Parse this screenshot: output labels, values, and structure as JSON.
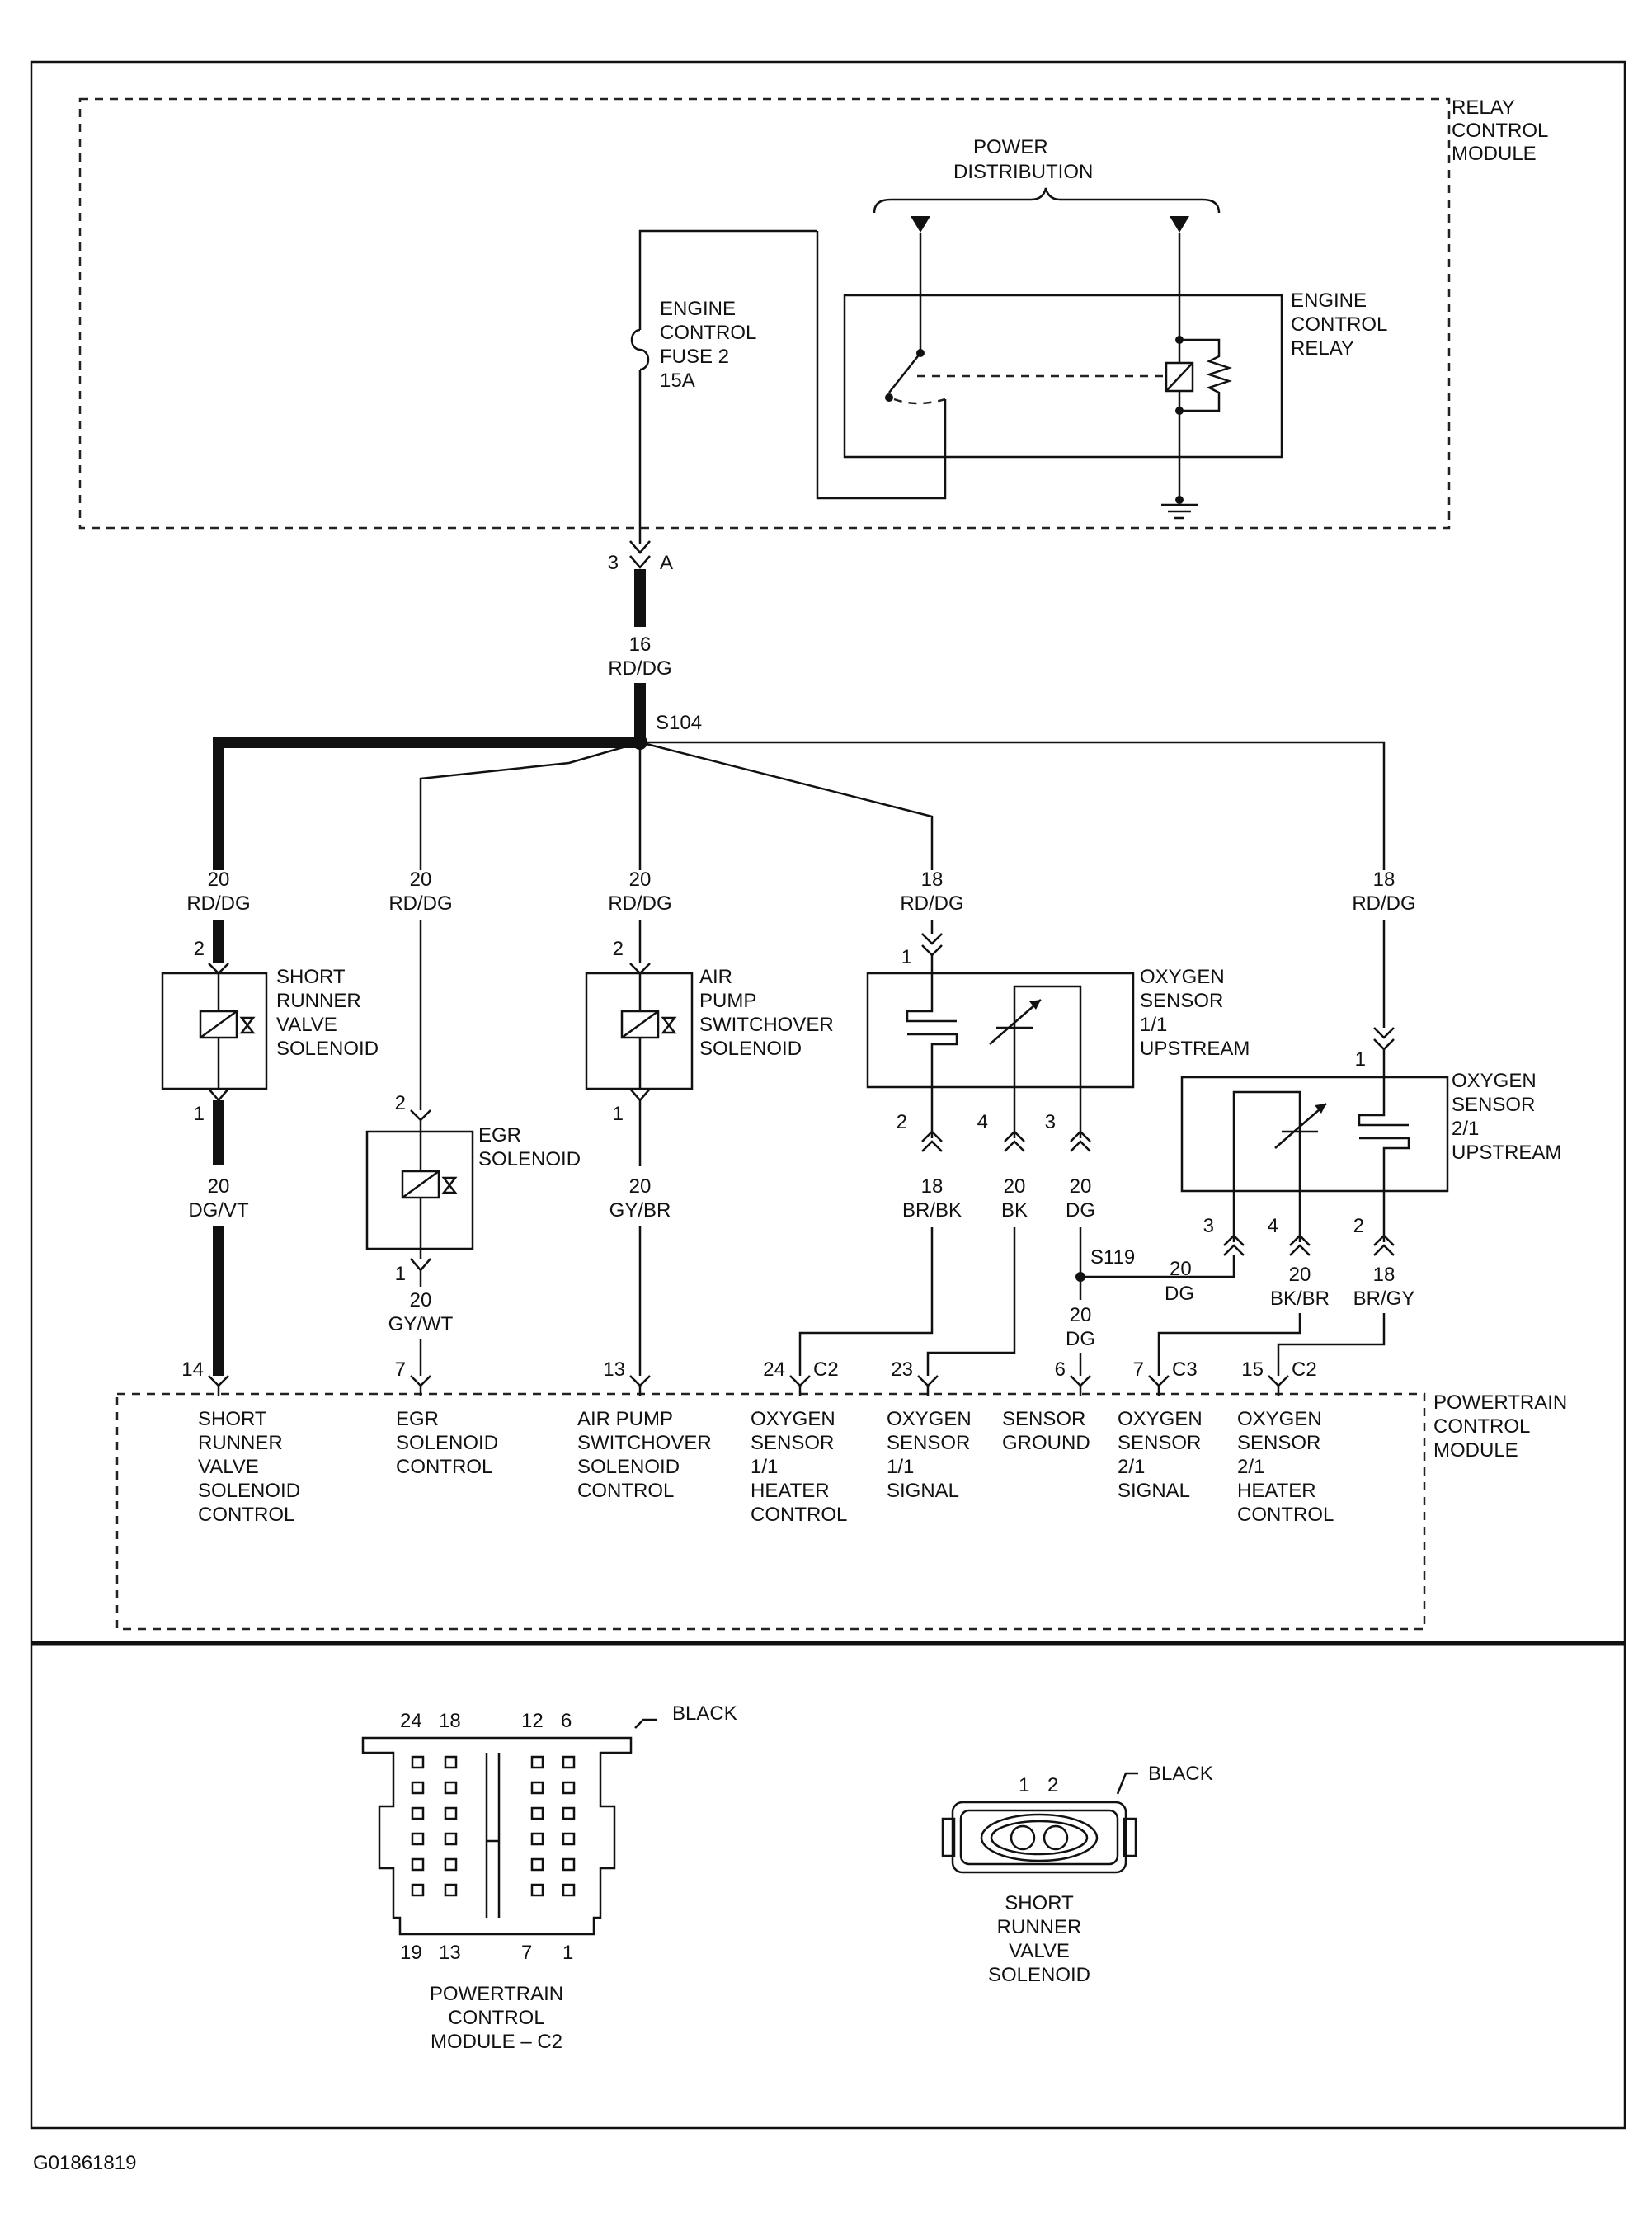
{
  "figure_id": "G01861819",
  "relay_module": {
    "label": [
      "RELAY",
      "CONTROL",
      "MODULE"
    ]
  },
  "power_distribution": [
    "POWER",
    "DISTRIBUTION"
  ],
  "fuse": {
    "label": [
      "ENGINE",
      "CONTROL",
      "FUSE 2",
      "15A"
    ]
  },
  "relay": {
    "label": [
      "ENGINE",
      "CONTROL",
      "RELAY"
    ]
  },
  "main_connector": {
    "pin": "3",
    "cavity": "A"
  },
  "main_wire": {
    "gauge": "16",
    "color": "RD/DG"
  },
  "splices": {
    "s104": "S104",
    "s119": "S119"
  },
  "feeds": [
    {
      "gauge": "20",
      "color": "RD/DG"
    },
    {
      "gauge": "20",
      "color": "RD/DG"
    },
    {
      "gauge": "20",
      "color": "RD/DG"
    },
    {
      "gauge": "18",
      "color": "RD/DG"
    },
    {
      "gauge": "18",
      "color": "RD/DG"
    }
  ],
  "components": {
    "srv": {
      "label": [
        "SHORT",
        "RUNNER",
        "VALVE",
        "SOLENOID"
      ],
      "pin_top": "2",
      "pin_bottom": "1"
    },
    "egr": {
      "label": [
        "EGR",
        "SOLENOID"
      ],
      "pin_top": "2",
      "pin_bottom": "1"
    },
    "air": {
      "label": [
        "AIR",
        "PUMP",
        "SWITCHOVER",
        "SOLENOID"
      ],
      "pin_top": "2",
      "pin_bottom": "1"
    },
    "o2_11": {
      "label": [
        "OXYGEN",
        "SENSOR",
        "1/1",
        "UPSTREAM"
      ],
      "pin_top": "1",
      "pins_bottom": [
        "2",
        "4",
        "3"
      ]
    },
    "o2_21": {
      "label": [
        "OXYGEN",
        "SENSOR",
        "2/1",
        "UPSTREAM"
      ],
      "pin_top": "1",
      "pins_bottom": [
        "3",
        "4",
        "2"
      ]
    }
  },
  "lower_wires": {
    "srv": {
      "gauge": "20",
      "color": "DG/VT"
    },
    "egr": {
      "gauge": "20",
      "color": "GY/WT"
    },
    "air": {
      "gauge": "20",
      "color": "GY/BR"
    },
    "o2_11_heater": {
      "gauge": "18",
      "color": "BR/BK"
    },
    "o2_11_signal": {
      "gauge": "20",
      "color": "BK"
    },
    "o2_11_ground": {
      "gauge": "20",
      "color": "DG"
    },
    "s119_to_o2_21": {
      "gauge": "20",
      "color": "DG"
    },
    "s119_to_pcm": {
      "gauge": "20",
      "color": "DG"
    },
    "o2_21_signal": {
      "gauge": "20",
      "color": "BK/BR"
    },
    "o2_21_heater": {
      "gauge": "18",
      "color": "BR/GY"
    }
  },
  "pcm": {
    "label": [
      "POWERTRAIN",
      "CONTROL",
      "MODULE"
    ],
    "terminals": [
      {
        "pin": "14",
        "conn": "",
        "label": [
          "SHORT",
          "RUNNER",
          "VALVE",
          "SOLENOID",
          "CONTROL"
        ]
      },
      {
        "pin": "7",
        "conn": "",
        "label": [
          "EGR",
          "SOLENOID",
          "CONTROL"
        ]
      },
      {
        "pin": "13",
        "conn": "",
        "label": [
          "AIR PUMP",
          "SWITCHOVER",
          "SOLENOID",
          "CONTROL"
        ]
      },
      {
        "pin": "24",
        "conn": "C2",
        "label": [
          "OXYGEN",
          "SENSOR",
          "1/1",
          "HEATER",
          "CONTROL"
        ]
      },
      {
        "pin": "23",
        "conn": "",
        "label": [
          "OXYGEN",
          "SENSOR",
          "1/1",
          "SIGNAL"
        ]
      },
      {
        "pin": "6",
        "conn": "",
        "label": [
          "SENSOR",
          "GROUND"
        ]
      },
      {
        "pin": "7",
        "conn": "C3",
        "label": [
          "OXYGEN",
          "SENSOR",
          "2/1",
          "SIGNAL"
        ]
      },
      {
        "pin": "15",
        "conn": "C2",
        "label": [
          "OXYGEN",
          "SENSOR",
          "2/1",
          "HEATER",
          "CONTROL"
        ]
      }
    ]
  },
  "pcm_connector_view": {
    "color_label": "BLACK",
    "top_pins": [
      "24",
      "18",
      "12",
      "6"
    ],
    "bottom_pins": [
      "19",
      "13",
      "7",
      "1"
    ],
    "caption": [
      "POWERTRAIN",
      "CONTROL",
      "MODULE – C2"
    ]
  },
  "srv_connector_view": {
    "color_label": "BLACK",
    "pins": [
      "1",
      "2"
    ],
    "caption": [
      "SHORT",
      "RUNNER",
      "VALVE",
      "SOLENOID"
    ]
  }
}
